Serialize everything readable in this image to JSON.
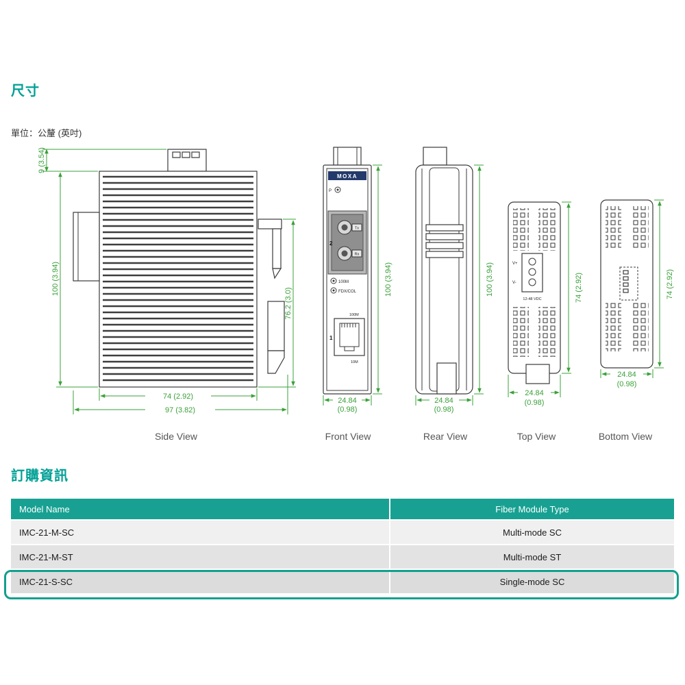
{
  "page": {
    "dimensions_heading": "尺寸",
    "unit_note": "單位：公釐 (英吋)",
    "ordering_heading": "訂購資訊"
  },
  "views": {
    "side": {
      "label": "Side View",
      "dims": {
        "top": "9 (3.54)",
        "height": "100 (3.94)",
        "rail": "76.2 (3.0)",
        "width": "74 (2.92)",
        "depth": "97 (3.82)"
      }
    },
    "front": {
      "label": "Front View",
      "dims": {
        "height": "100 (3.94)",
        "width_mm": "24.84",
        "width_in": "(0.98)"
      },
      "panel": {
        "logo": "MOXA",
        "led_p": "P",
        "port_group": "2",
        "tx": "Tx",
        "rx": "Rx",
        "led_100m": "100M",
        "led_fdx": "FDX/COL",
        "rj45_num": "1",
        "rj45_top": "100M",
        "rj45_bottom": "10M"
      }
    },
    "rear": {
      "label": "Rear View",
      "dims": {
        "height": "100 (3.94)",
        "width_mm": "24.84",
        "width_in": "(0.98)"
      }
    },
    "top": {
      "label": "Top View",
      "dims": {
        "height": "74 (2.92)",
        "width_mm": "24.84",
        "width_in": "(0.98)"
      },
      "terminal": {
        "vplus": "V+",
        "vminus": "V-",
        "vdc": "12-48 VDC"
      }
    },
    "bottom": {
      "label": "Bottom View",
      "dims": {
        "height": "74 (2.92)",
        "width_mm": "24.84",
        "width_in": "(0.98)"
      }
    }
  },
  "table": {
    "header": {
      "model": "Model Name",
      "fiber": "Fiber Module Type"
    },
    "rows": [
      {
        "model": "IMC-21-M-SC",
        "fiber": "Multi-mode SC",
        "highlighted": false
      },
      {
        "model": "IMC-21-M-ST",
        "fiber": "Multi-mode ST",
        "highlighted": false
      },
      {
        "model": "IMC-21-S-SC",
        "fiber": "Single-mode SC",
        "highlighted": true
      }
    ]
  },
  "colors": {
    "accent_teal": "#00a096",
    "dimension_green": "#3aa13a",
    "table_header_bg": "#18a192",
    "highlight_border": "#12a08d"
  }
}
